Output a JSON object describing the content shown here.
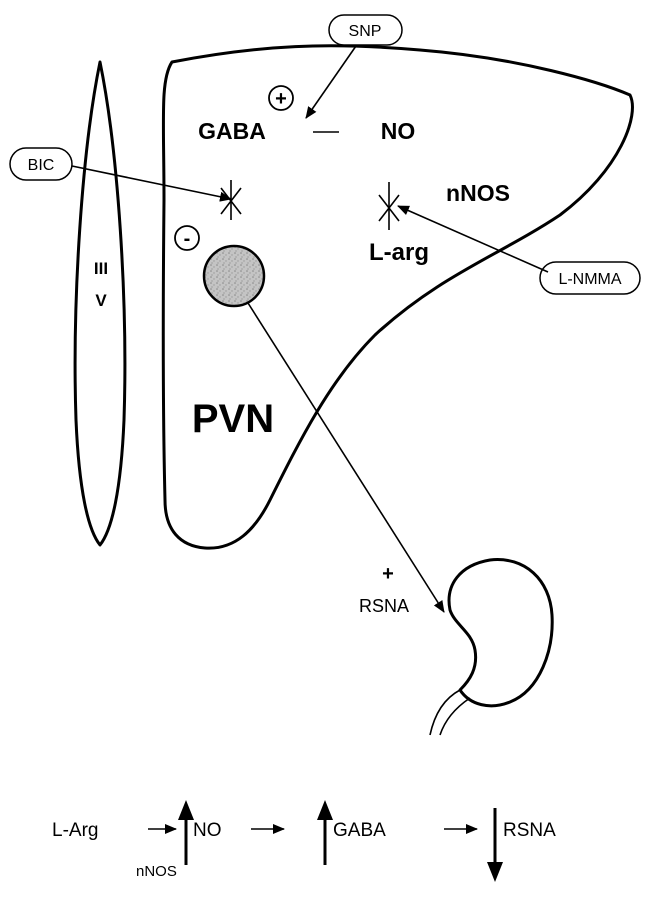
{
  "labels": {
    "ventricle_line1": "III",
    "ventricle_line2": "V",
    "gaba": "GABA",
    "no": "NO",
    "nnos": "nNOS",
    "l_arg": "L-arg",
    "pvn": "PVN",
    "plus_sign": "+",
    "minus_sign": "-",
    "rsna_plus": "+",
    "rsna": "RSNA"
  },
  "drugs": {
    "snp": "SNP",
    "bic": "BIC",
    "l_nmma": "L-NMMA"
  },
  "pathway": {
    "l_arg": "L-Arg",
    "nnos": "nNOS",
    "no": "NO",
    "gaba": "GABA",
    "rsna": "RSNA",
    "no_direction": "up",
    "gaba_direction": "up",
    "rsna_direction": "down"
  },
  "colors": {
    "stroke": "#000000",
    "neuron_fill": "#b8b8b8"
  }
}
